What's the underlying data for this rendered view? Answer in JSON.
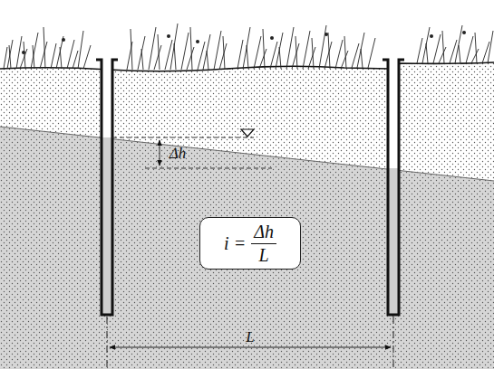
{
  "diagram": {
    "nodes": [
      {
        "text": [
          "i =",
          "Δh",
          "L"
        ]
      }
    ],
    "labels": [
      "Δh",
      "L"
    ]
  }
}
